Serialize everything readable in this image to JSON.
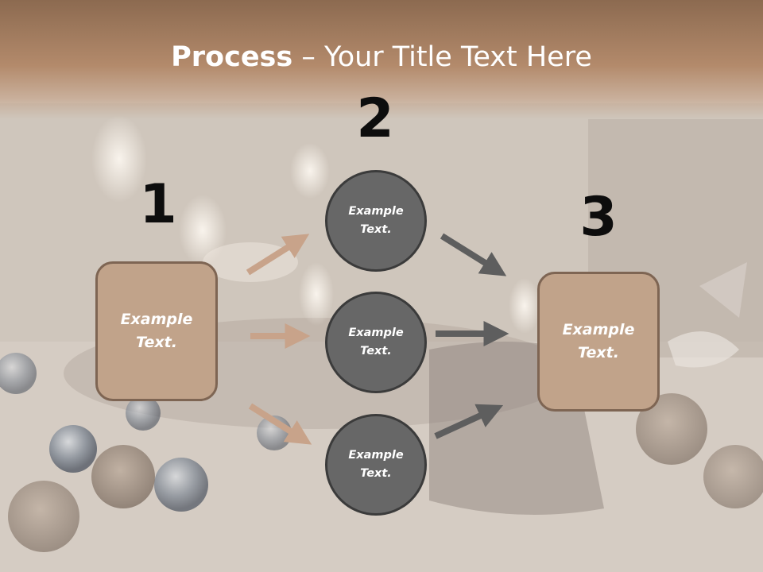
{
  "title": {
    "bold": "Process",
    "rest": " – Your Title Text Here"
  },
  "steps": [
    {
      "number": "1",
      "label": "Example\nText."
    },
    {
      "number": "2",
      "label": "Example\nText."
    },
    {
      "number": "3",
      "label": "Example\nText."
    }
  ],
  "circles": [
    {
      "label": "Example\nText."
    },
    {
      "label": "Example\nText."
    },
    {
      "label": "Example\nText."
    }
  ],
  "colors": {
    "title_bar": "#b38a6b",
    "box_fill": "#c1a38a",
    "box_border": "#7e6553",
    "circle_fill": "#676767",
    "circle_border": "#3b3b3b",
    "arrow_tan": "#c8a38a",
    "arrow_gray": "#5e5e5e"
  }
}
